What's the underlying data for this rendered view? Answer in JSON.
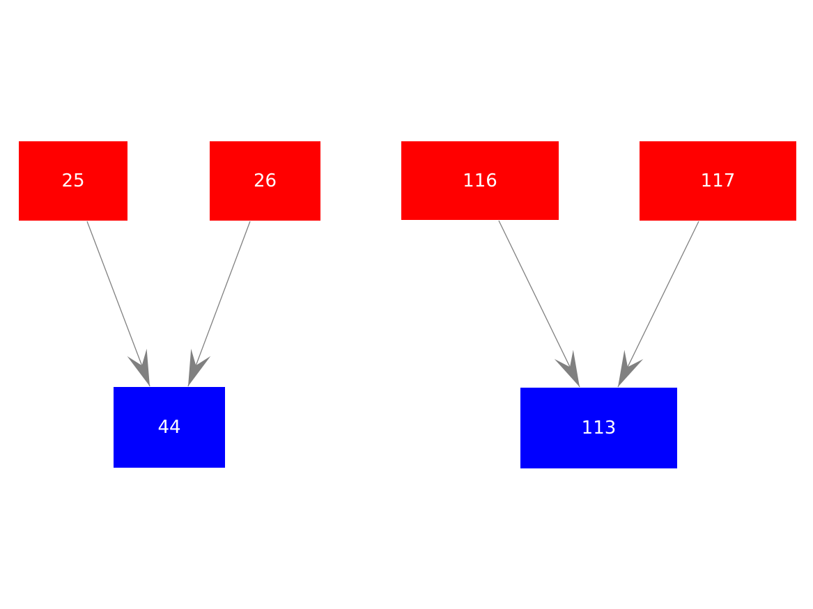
{
  "graph": {
    "type": "directed-graph",
    "background": "#ffffff",
    "colors": {
      "parent_fill": "#ff0000",
      "child_fill": "#0000ff",
      "edge": "#808080",
      "label": "#ffffff"
    },
    "nodes": [
      {
        "id": "25",
        "label": "25",
        "role": "parent",
        "fill": "#ff0000"
      },
      {
        "id": "26",
        "label": "26",
        "role": "parent",
        "fill": "#ff0000"
      },
      {
        "id": "116",
        "label": "116",
        "role": "parent",
        "fill": "#ff0000"
      },
      {
        "id": "117",
        "label": "117",
        "role": "parent",
        "fill": "#ff0000"
      },
      {
        "id": "44",
        "label": "44",
        "role": "child",
        "fill": "#0000ff"
      },
      {
        "id": "113",
        "label": "113",
        "role": "child",
        "fill": "#0000ff"
      }
    ],
    "edges": [
      {
        "from": "25",
        "to": "44"
      },
      {
        "from": "26",
        "to": "44"
      },
      {
        "from": "116",
        "to": "113"
      },
      {
        "from": "117",
        "to": "113"
      }
    ]
  }
}
